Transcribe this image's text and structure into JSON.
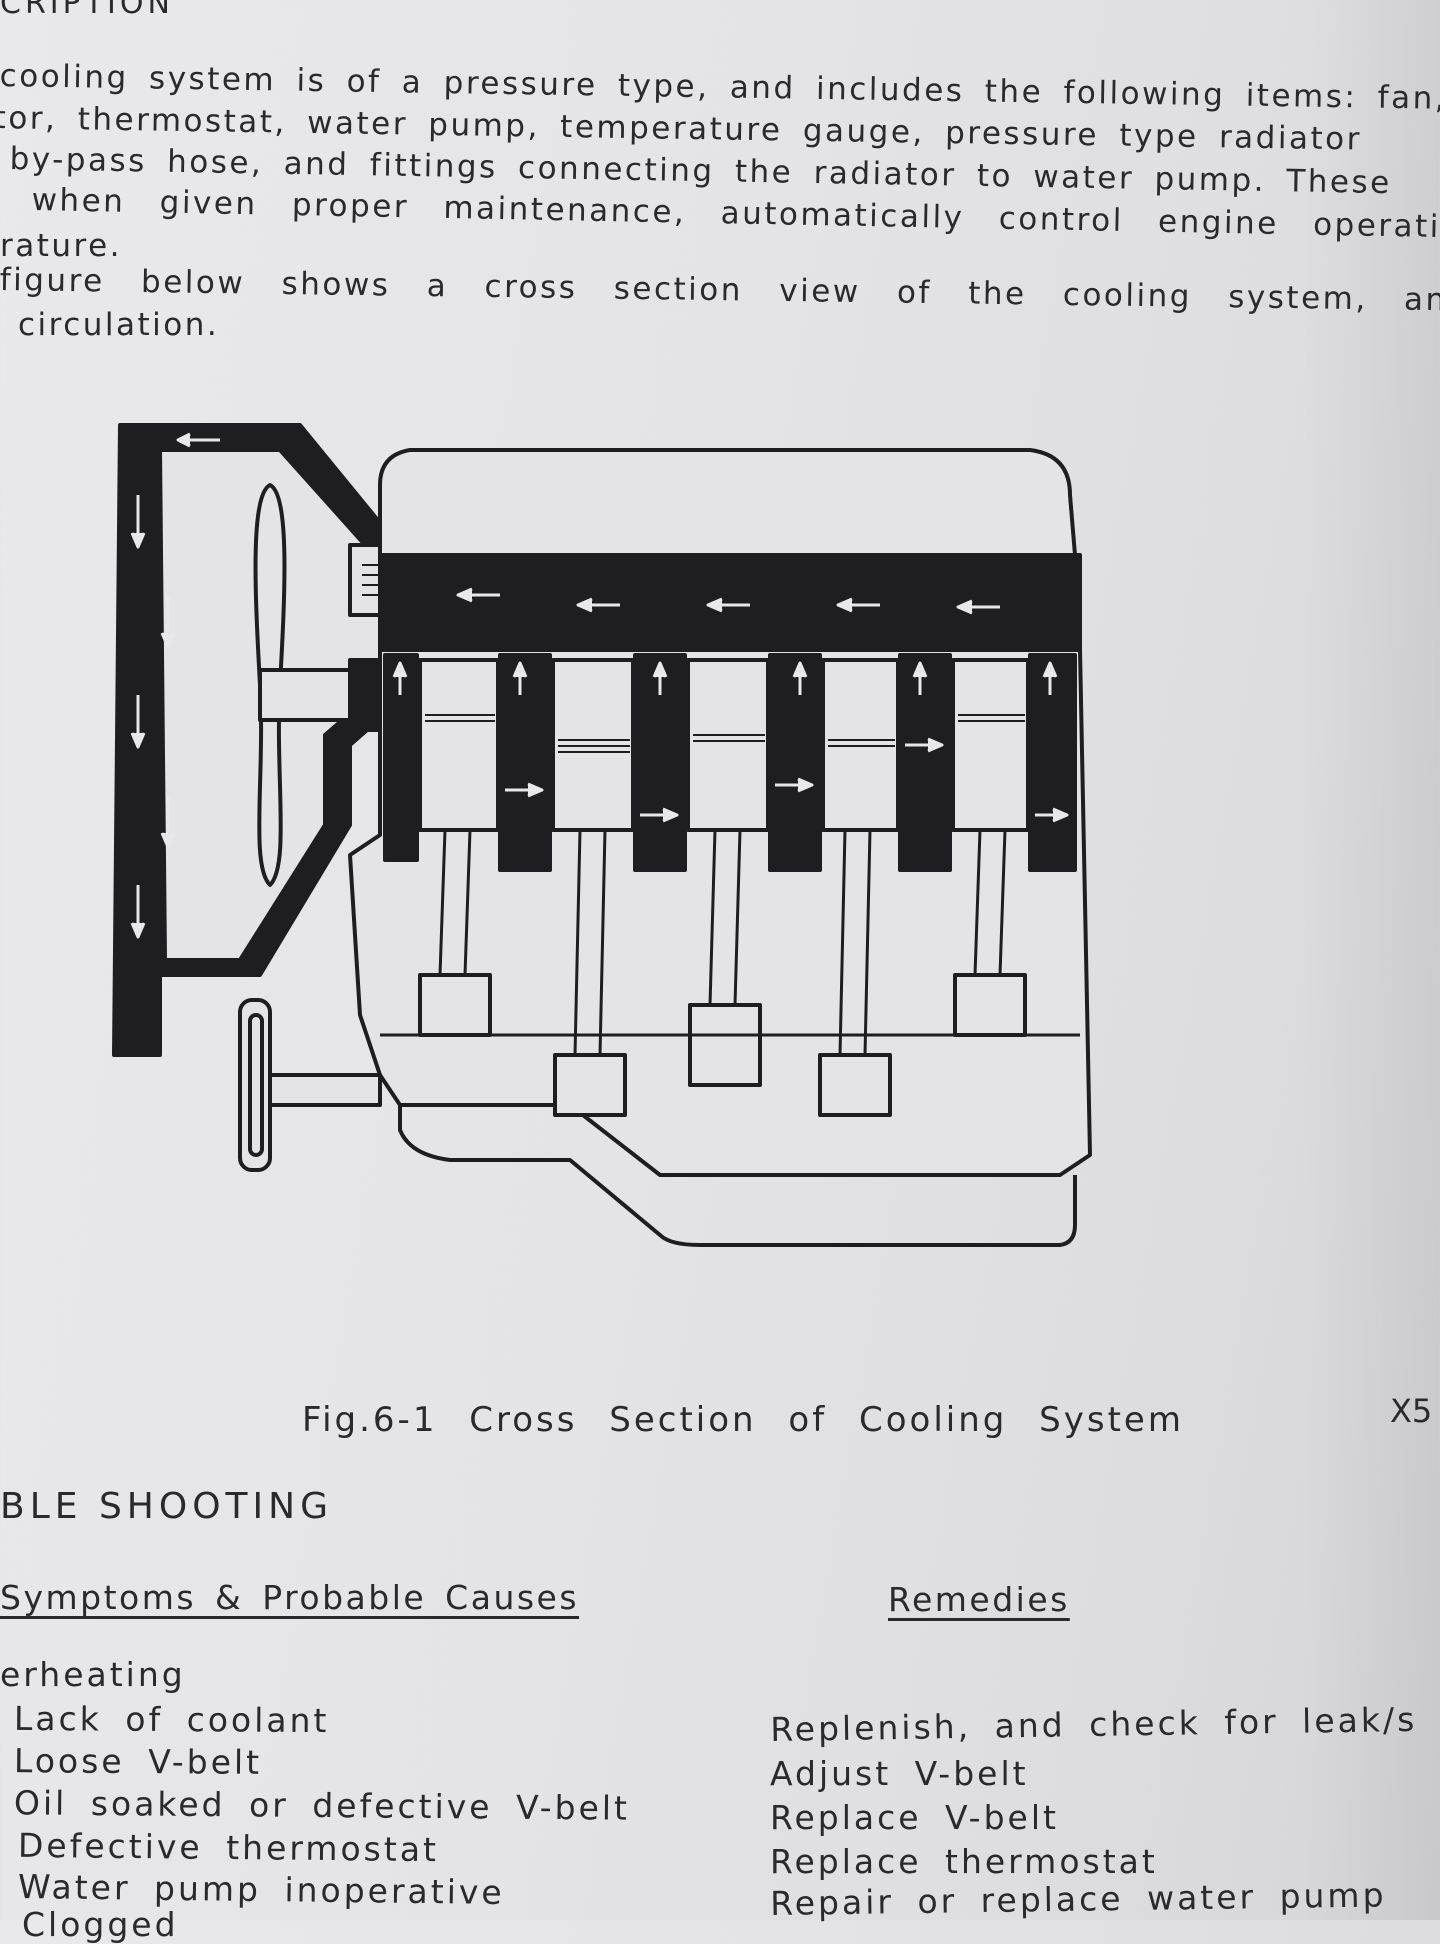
{
  "header": {
    "section_title": "CRIPTION"
  },
  "intro": {
    "lines": [
      "cooling system is of a pressure type, and includes the following items: fan,",
      "tor, thermostat, water pump, temperature gauge, pressure type radiator",
      "by-pass hose, and fittings connecting the radiator to water pump. These",
      "when given proper maintenance, automatically control engine operating",
      "rature."
    ]
  },
  "figure_intro": {
    "lines": [
      "figure below shows a cross section view of the cooling system, and the",
      "circulation."
    ]
  },
  "figure": {
    "caption": "Fig.6-1   Cross Section of Cooling System",
    "code": "X5"
  },
  "troubleshooting": {
    "heading": "BLE SHOOTING",
    "column_symptoms": "Symptoms & Probable Causes",
    "column_remedies": "Remedies",
    "group_title": "erheating",
    "causes": [
      "Lack of coolant",
      "Loose V-belt",
      "Oil soaked or defective V-belt",
      "Defective thermostat",
      "Water pump inoperative",
      "Clogged"
    ],
    "remedies": [
      "Replenish, and check for leak/s",
      "Adjust V-belt",
      "Replace V-belt",
      "Replace thermostat",
      "Repair or replace water pump"
    ]
  },
  "colors": {
    "ink": "#2a2a2e",
    "paper": "#e6e6e9",
    "coolant": "#1e1e22"
  }
}
